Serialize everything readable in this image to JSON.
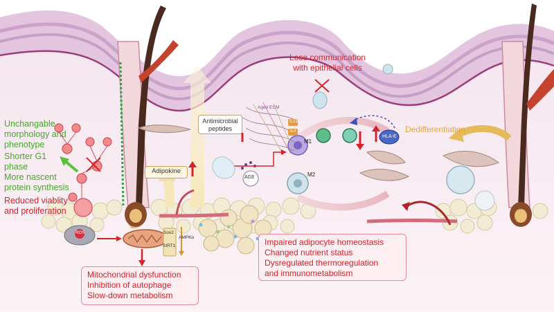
{
  "labels": {
    "unchangeable": [
      "Unchangable",
      "morphology and",
      "phenotype"
    ],
    "g1": [
      "Shorter G1",
      "phase"
    ],
    "nascent": [
      "More nascent",
      "protein synthesis"
    ],
    "viability": [
      "Reduced viablity",
      "and proliferation"
    ],
    "lose_comm": [
      "Lose communication",
      "with epithelial cells"
    ],
    "antimicrobial": [
      "Antimicrobial",
      "peptides"
    ],
    "adipokine": "Adipokine",
    "aged_ecm": "Aged ECM",
    "il13": "IL13",
    "il4": "IL4",
    "m1": "M1",
    "m2": "M2",
    "age": "AGE",
    "hla_e": "HLA-E",
    "dedifferentiation": "Dedifferentiation",
    "ros": "ROS",
    "sox2": "Sox2",
    "sirt1": "SIRT1",
    "ampk": "AMPKα"
  },
  "boxes": {
    "mito": [
      "Mitochondrial dysfunction",
      "Inhibition of autophage",
      "Slow-down metabolism"
    ],
    "adipocyte": [
      "Impaired adipocyte homeostasis",
      "Changed nutrient status",
      "Dysregulated thermoregulation",
      "and immunometabolism"
    ]
  },
  "colors": {
    "red_text": "#d3232c",
    "green_text": "#45a72a",
    "dermis": "#f7ecf1",
    "epidermis": "#d9b3d6",
    "hair": "#4a2a1e",
    "fat": "#f3ecd4"
  }
}
